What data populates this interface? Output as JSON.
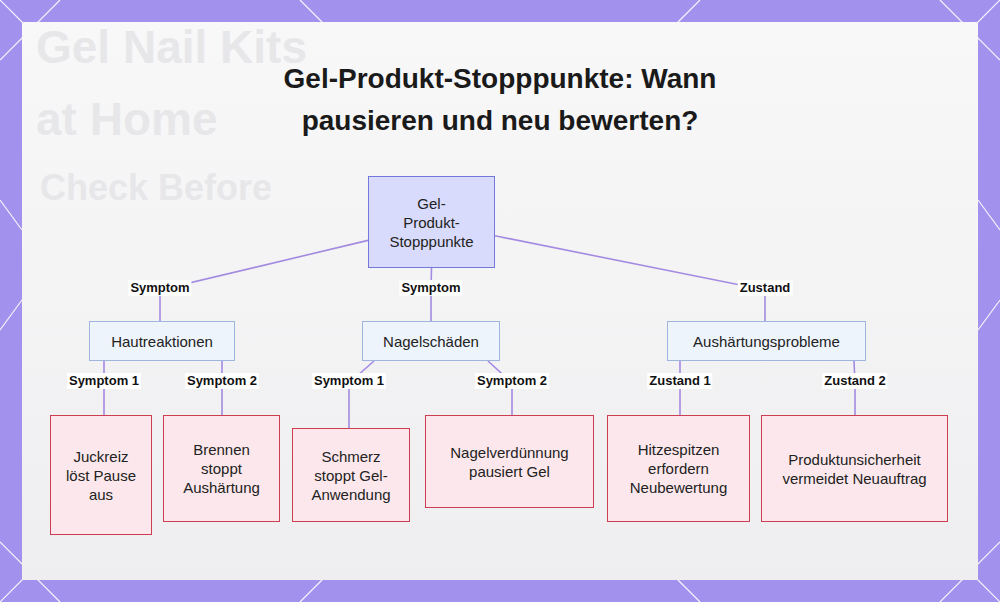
{
  "diagram": {
    "title": "Gel-Produkt-Stopppunkte: Wann pausieren und neu bewerten?",
    "nodes": [
      {
        "text": [
          "Gel-Produkt-Stopppunkte"
        ]
      },
      {
        "text": [
          "Hautreaktionen"
        ]
      },
      {
        "text": [
          "Nagelschäden"
        ]
      },
      {
        "text": [
          "Aushärtungsprobleme"
        ]
      },
      {
        "text": [
          "Juckreiz löst Pause aus"
        ]
      },
      {
        "text": [
          "Brennen stoppt Aushärtung"
        ]
      },
      {
        "text": [
          "Schmerz stoppt Gel-Anwendung"
        ]
      },
      {
        "text": [
          "Nagelverdünnung pausiert Gel"
        ]
      },
      {
        "text": [
          "Hitzespitzen erfordern Neubewertung"
        ]
      },
      {
        "text": [
          "Produktunsicherheit vermeidet Neuauftrag"
        ]
      }
    ],
    "edges": [
      {
        "from": 0,
        "to": 1,
        "label": "Symptom",
        "arrow": "none"
      },
      {
        "from": 0,
        "to": 2,
        "label": "Symptom",
        "arrow": "none"
      },
      {
        "from": 0,
        "to": 3,
        "label": "Zustand",
        "arrow": "none"
      },
      {
        "from": 1,
        "to": 4,
        "label": "Symptom 1",
        "arrow": "none"
      },
      {
        "from": 1,
        "to": 5,
        "label": "Symptom 2",
        "arrow": "none"
      },
      {
        "from": 2,
        "to": 6,
        "label": "Symptom 1",
        "arrow": "none"
      },
      {
        "from": 2,
        "to": 7,
        "label": "Symptom 2",
        "arrow": "none"
      },
      {
        "from": 3,
        "to": 8,
        "label": "Zustand 1",
        "arrow": "none"
      },
      {
        "from": 3,
        "to": 9,
        "label": "Zustand 2",
        "arrow": "none"
      }
    ],
    "labels": [
      "Gel Nail Kits",
      "at Home",
      "Check Before"
    ]
  }
}
